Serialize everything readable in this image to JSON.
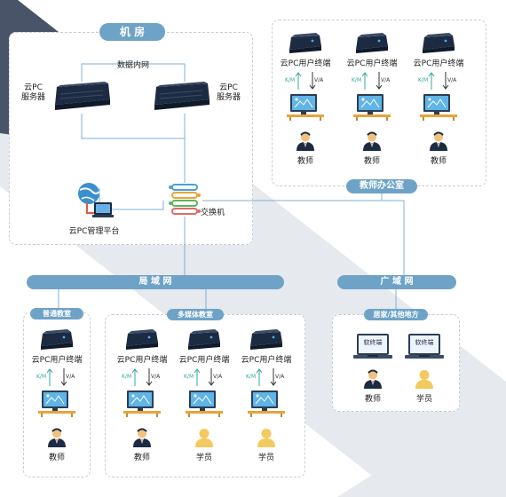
{
  "machine_room": {
    "title": "机 房",
    "intranet_label": "数据内网",
    "server_left": "云PC\n服务器",
    "server_right": "云PC\n服务器",
    "mgmt_label": "云PC管理平台",
    "switch_label": "交换机"
  },
  "teacher_office": {
    "title": "教师办公室",
    "terminal_label": "云PC用户终端",
    "km": "K/M",
    "va": "V/A",
    "user": "教师"
  },
  "lan": {
    "label": "局 域 网"
  },
  "wan": {
    "label": "广 域 网"
  },
  "normal_classroom": {
    "title": "普通教室",
    "terminal_label": "云PC用户终端",
    "km": "K/M",
    "va": "V/A",
    "user": "教师"
  },
  "multimedia_classroom": {
    "title": "多媒体教室",
    "terminal_label": "云PC用户终端",
    "km": "K/M",
    "va": "V/A",
    "users": [
      "教师",
      "学员",
      "学员"
    ]
  },
  "home": {
    "title": "居家/其他地方",
    "laptop_label": "软终端",
    "users": [
      "教师",
      "学员"
    ]
  },
  "colors": {
    "pill": "#6ea3c7",
    "bg_dark": "#4a5468",
    "bg_light": "#e4e7ec",
    "km_arrow": "#33a89a",
    "device": "#1c2b42"
  }
}
